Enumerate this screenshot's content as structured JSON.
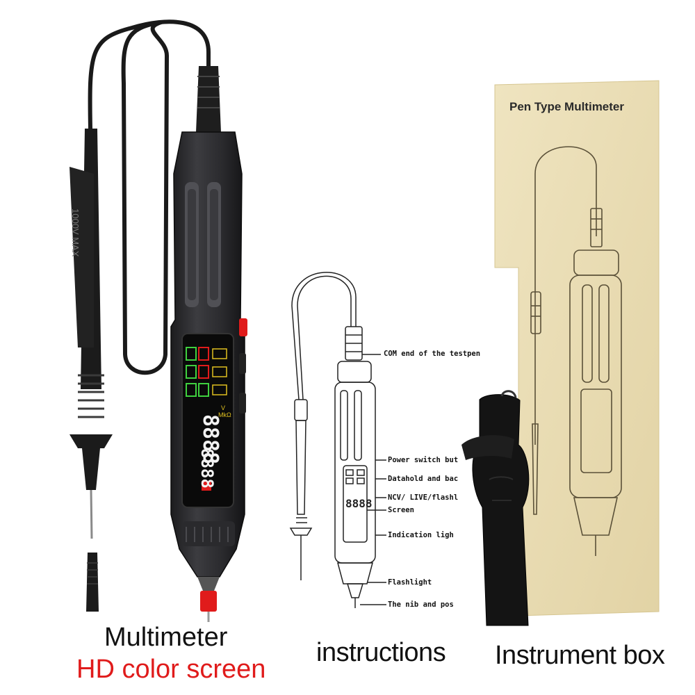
{
  "captions": {
    "multimeter": "Multimeter",
    "hd_screen": "HD color screen",
    "instructions": "instructions",
    "instrument_box": "Instrument box"
  },
  "box_title": "Pen Type Multimeter",
  "probe_label": "1000V MAX",
  "display": {
    "digits": "8888",
    "unit_v": "V",
    "unit_ohm": "MkΩ"
  },
  "callouts": [
    "COM end of the testpen",
    "Power switch but",
    "Datahold and bac",
    "NCV/ LIVE/flashl",
    "Screen",
    "Indication ligh",
    "Flashlight",
    "The nib and pos"
  ],
  "colors": {
    "accent_red": "#e01b1b",
    "box_kraft": "#e9dcb2",
    "body_dark": "#2e2e30"
  }
}
